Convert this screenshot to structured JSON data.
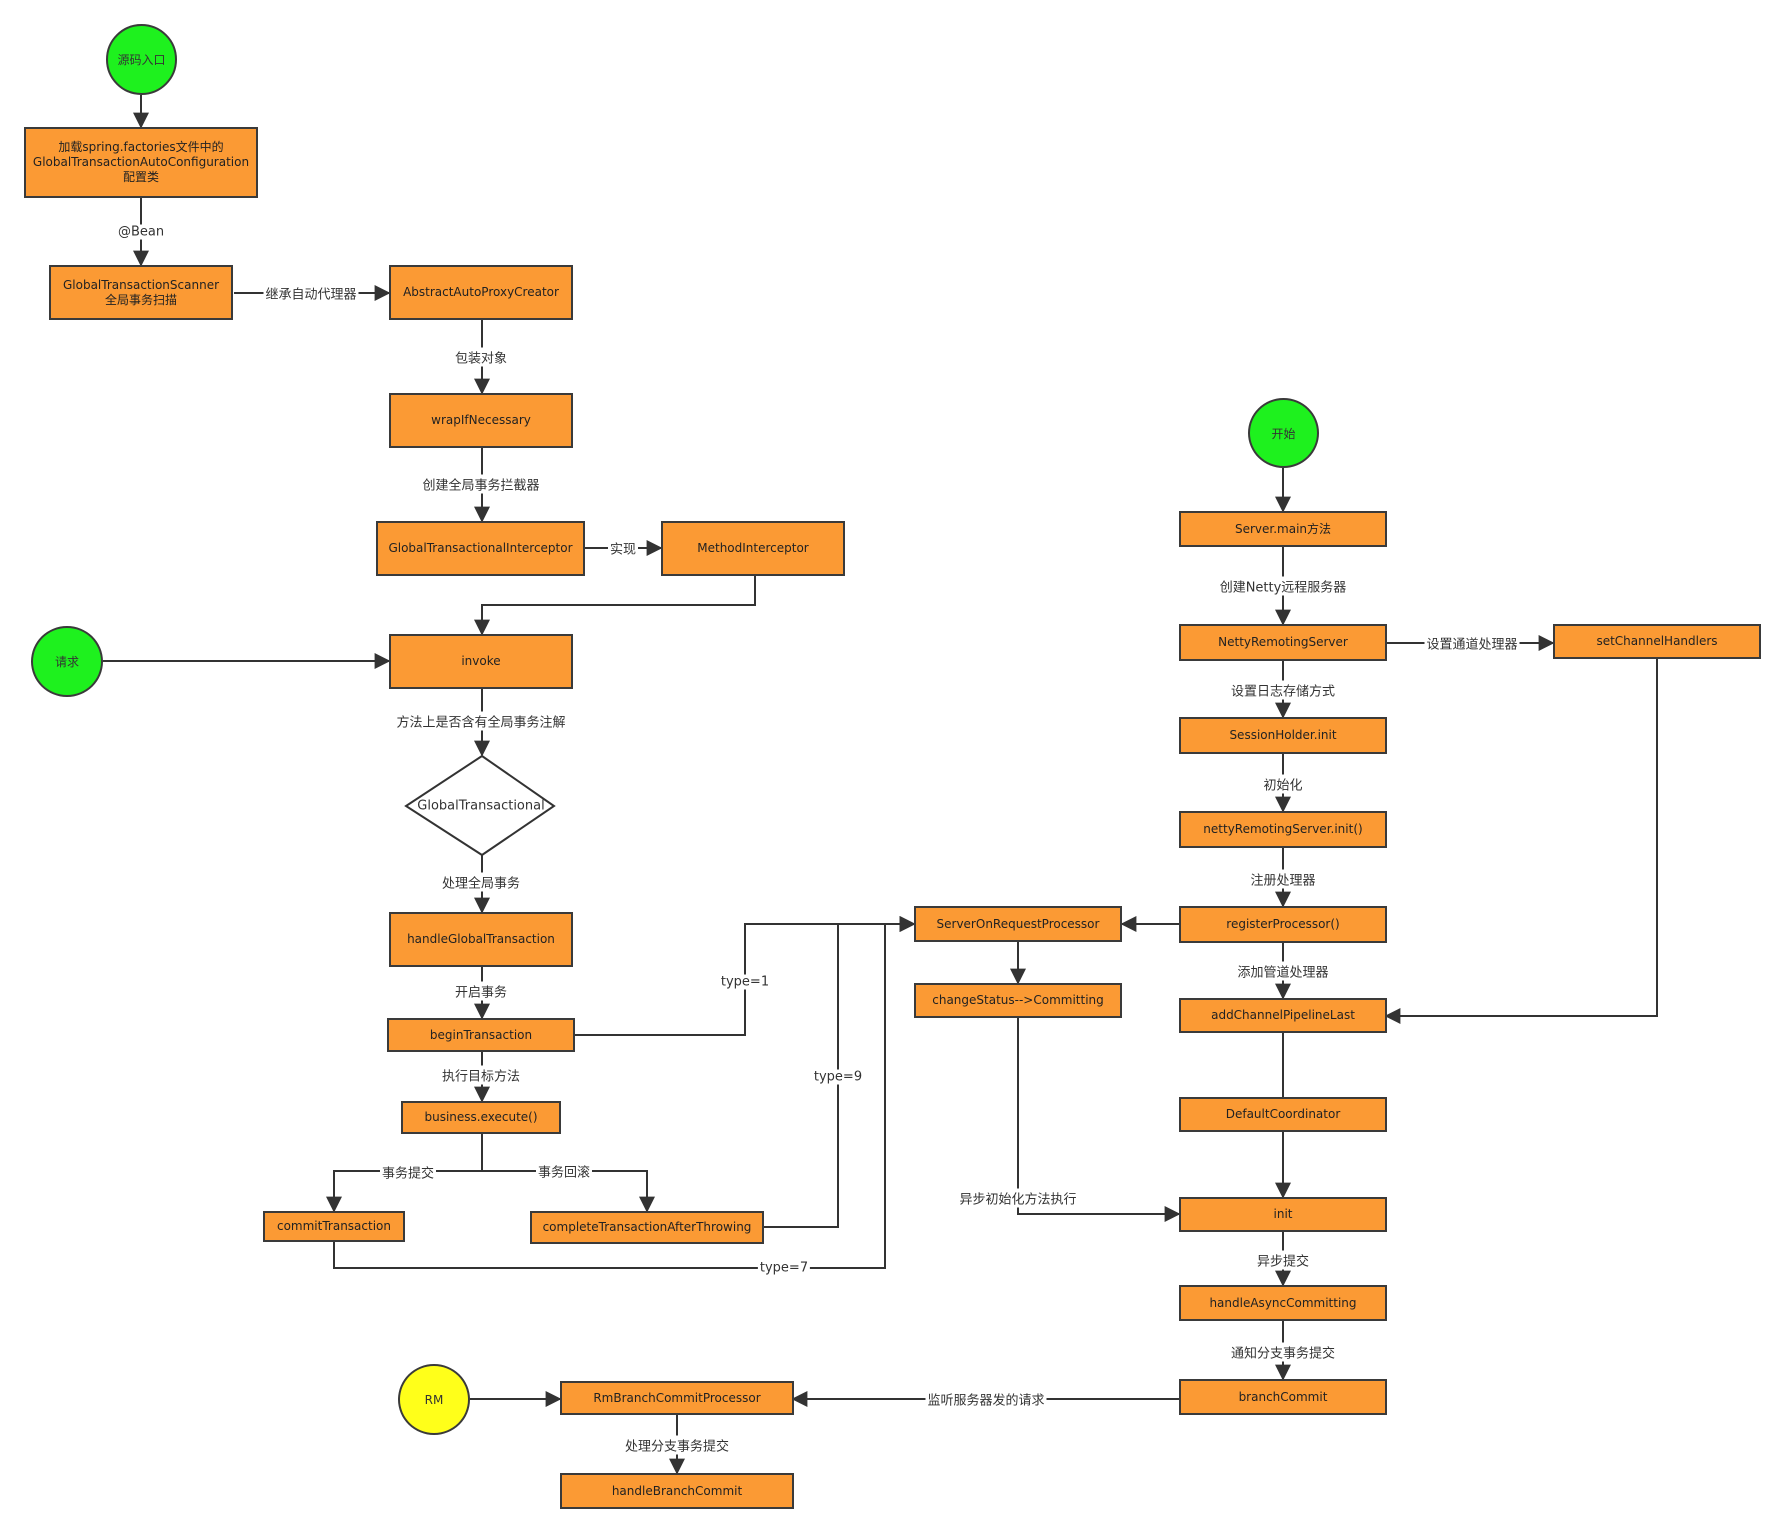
{
  "nodes": {
    "source_entry": "源码入口",
    "load_factories": "加载spring.factories文件中的\nGlobalTransactionAutoConfiguration\n配置类",
    "global_tx_scanner": "GlobalTransactionScanner\n全局事务扫描",
    "abstract_auto_proxy_creator": "AbstractAutoProxyCreator",
    "wrap_if_necessary": "wrapIfNecessary",
    "global_transactional_interceptor": "GlobalTransactionalInterceptor",
    "method_interceptor": "MethodInterceptor",
    "request": "请求",
    "invoke": "invoke",
    "global_transactional": "GlobalTransactional",
    "handle_global_transaction": "handleGlobalTransaction",
    "begin_transaction": "beginTransaction",
    "business_execute": "business.execute()",
    "commit_transaction": "commitTransaction",
    "complete_tx_after_throwing": "completeTransactionAfterThrowing",
    "start": "开始",
    "server_main": "Server.main方法",
    "netty_remoting_server": "NettyRemotingServer",
    "set_channel_handlers": "setChannelHandlers",
    "session_holder_init": "SessionHolder.init",
    "netty_remoting_server_init": "nettyRemotingServer.init()",
    "register_processor": "registerProcessor()",
    "add_channel_pipeline_last": "addChannelPipelineLast",
    "server_on_request_processor": "ServerOnRequestProcessor",
    "change_status": "changeStatus-->Committing",
    "default_coordinator": "DefaultCoordinator",
    "init": "init",
    "handle_async_committing": "handleAsyncCommitting",
    "branch_commit": "branchCommit",
    "rm": "RM",
    "rm_branch_commit_processor": "RmBranchCommitProcessor",
    "handle_branch_commit": "handleBranchCommit"
  },
  "edge_labels": {
    "at_bean": "@Bean",
    "inherit_auto_proxy": "继承自动代理器",
    "wrap_object": "包装对象",
    "create_interceptor": "创建全局事务拦截器",
    "implements": "实现",
    "has_annotation": "方法上是否含有全局事务注解",
    "handle_global": "处理全局事务",
    "open_tx": "开启事务",
    "exec_target": "执行目标方法",
    "tx_commit": "事务提交",
    "tx_rollback": "事务回滚",
    "type1": "type=1",
    "type9": "type=9",
    "type7": "type=7",
    "create_netty": "创建Netty远程服务器",
    "set_channel_handler": "设置通道处理器",
    "set_log_store": "设置日志存储方式",
    "initialize": "初始化",
    "register_handler": "注册处理器",
    "add_pipeline_handler": "添加管道处理器",
    "async_init": "异步初始化方法执行",
    "async_commit": "异步提交",
    "notify_branch": "通知分支事务提交",
    "listen_server": "监听服务器发的请求",
    "handle_branch": "处理分支事务提交"
  },
  "colors": {
    "box_fill": "#fb9a34",
    "start_fill": "#1ef11e",
    "rm_fill": "#ffff1a",
    "line": "#333333"
  }
}
